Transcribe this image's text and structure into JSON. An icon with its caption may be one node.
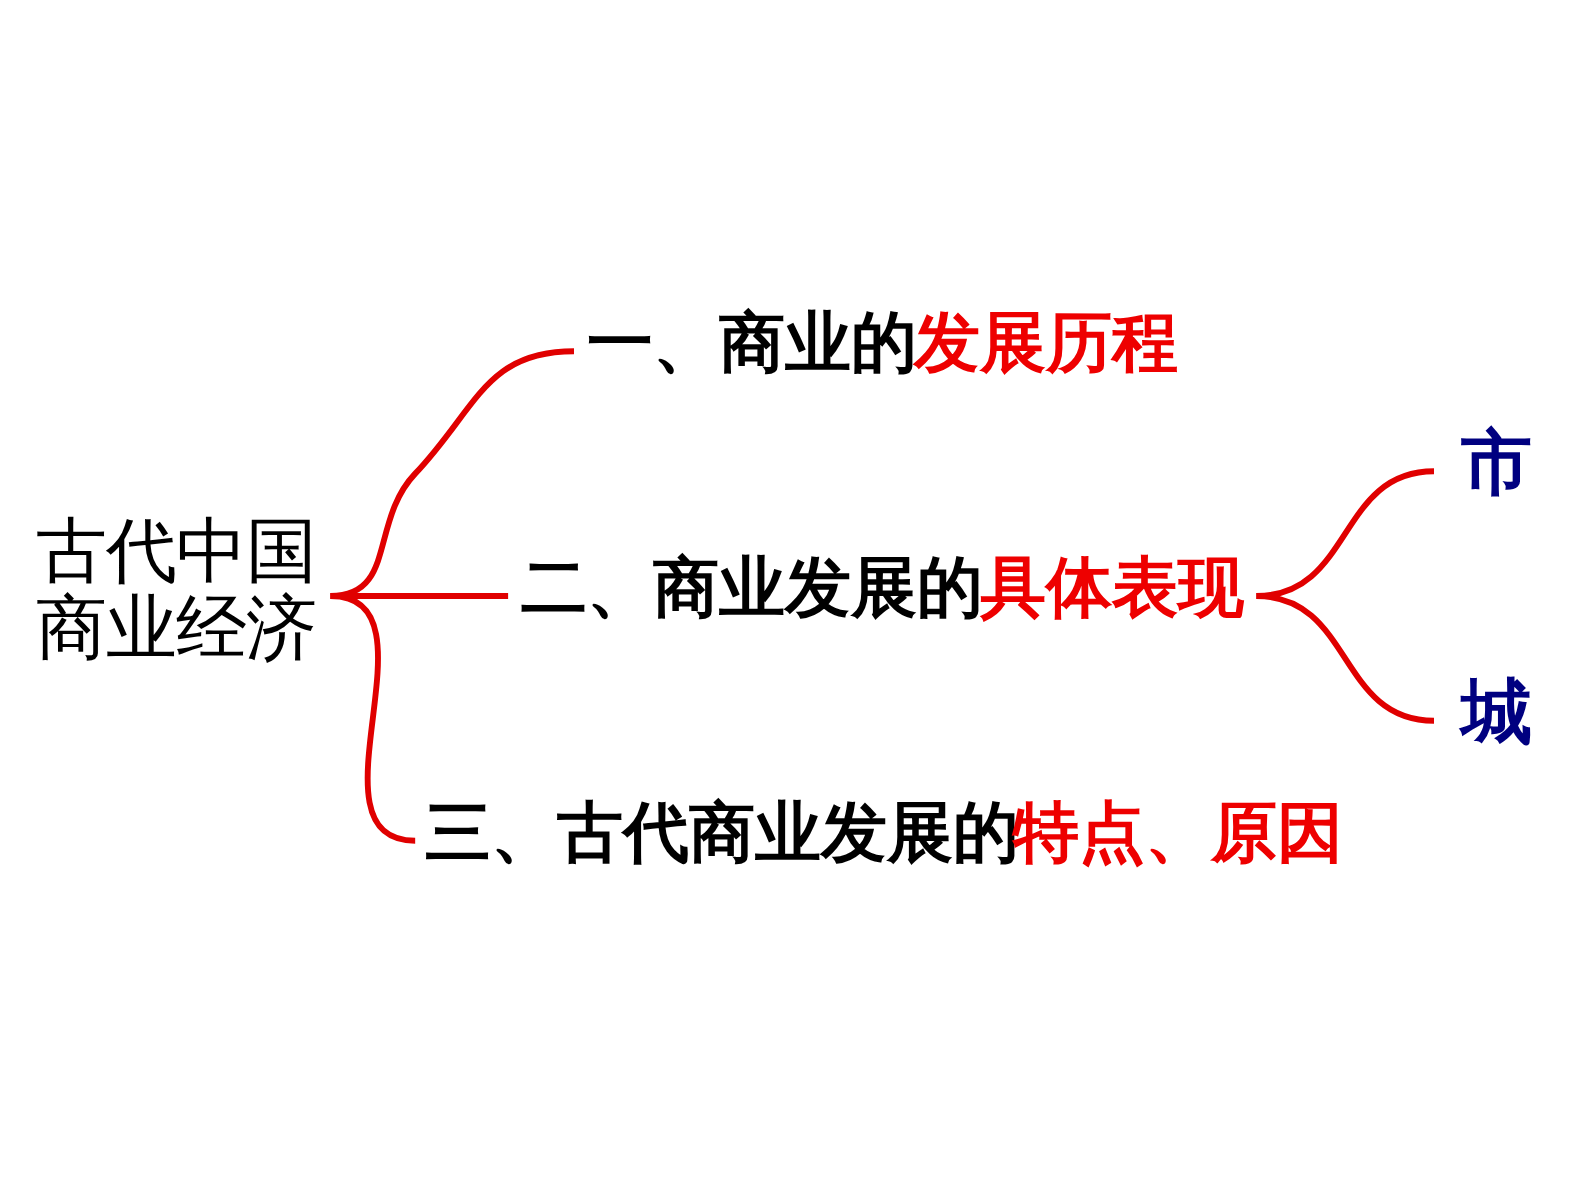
{
  "diagram": {
    "nodes": [
      {
        "text": [
          "古代中国商业经济"
        ]
      },
      {
        "text": [
          "一、商业的**发展历程**"
        ]
      },
      {
        "text": [
          "二、商业发展的**具体表现**"
        ]
      },
      {
        "text": [
          "三、古代商业发展的**特点、原因**"
        ]
      },
      {
        "text": [
          "市"
        ]
      },
      {
        "text": [
          "城"
        ]
      }
    ],
    "edges": [
      {
        "from": 0,
        "to": 1,
        "arrow": "none"
      },
      {
        "from": 0,
        "to": 2,
        "arrow": "none"
      },
      {
        "from": 0,
        "to": 3,
        "arrow": "none"
      },
      {
        "from": 2,
        "to": 4,
        "arrow": "none"
      },
      {
        "from": 2,
        "to": 5,
        "arrow": "none"
      }
    ]
  }
}
